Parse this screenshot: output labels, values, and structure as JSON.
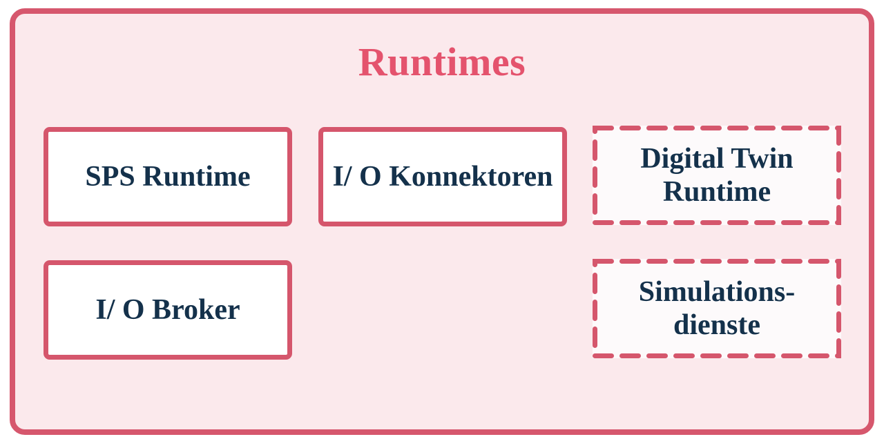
{
  "diagram": {
    "title": "Runtimes",
    "boxes": [
      {
        "id": "sps-runtime",
        "style": "solid",
        "lines": [
          "SPS Runtime"
        ]
      },
      {
        "id": "io-konnektoren",
        "style": "solid",
        "lines": [
          "I/ O Konnektoren"
        ]
      },
      {
        "id": "digital-twin-runtime",
        "style": "dashed",
        "lines": [
          "Digital Twin",
          "Runtime"
        ]
      },
      {
        "id": "io-broker",
        "style": "solid",
        "lines": [
          "I/ O Broker"
        ]
      },
      {
        "id": "simulationsdienste",
        "style": "dashed",
        "lines": [
          "Simulations-",
          "dienste"
        ]
      }
    ],
    "colors": {
      "container_fill": "#fbe9ec",
      "container_border": "#d6576d",
      "box_border": "#d5566c",
      "box_fill": "#ffffff",
      "dashed_box_fill": "#fdfafb",
      "title_color": "#e4536d",
      "text_color": "#14314b",
      "page_background": "#ffffff"
    }
  }
}
